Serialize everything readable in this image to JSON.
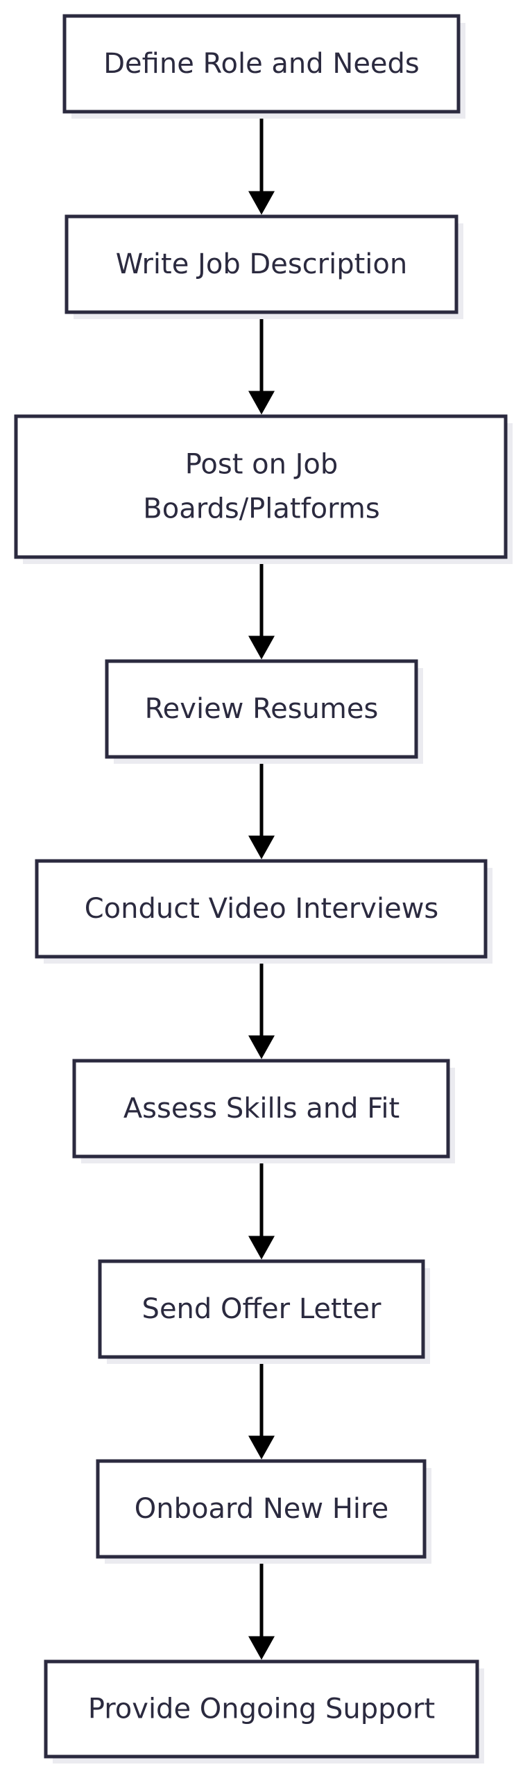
{
  "diagram": {
    "type": "flowchart",
    "direction": "top-to-bottom",
    "colors": {
      "node_fill": "#ffffff",
      "node_border": "#2b2a3f",
      "node_shadow": "#ebebf0",
      "node_text": "#2b2a3f",
      "edge": "#000000"
    },
    "nodes": [
      {
        "id": "define-role",
        "lines": [
          "Define Role and Needs"
        ]
      },
      {
        "id": "write-job-description",
        "lines": [
          "Write Job Description"
        ]
      },
      {
        "id": "post-on-job-boards",
        "lines": [
          "Post on Job",
          "Boards/Platforms"
        ]
      },
      {
        "id": "review-resumes",
        "lines": [
          "Review Resumes"
        ]
      },
      {
        "id": "conduct-video-interviews",
        "lines": [
          "Conduct Video Interviews"
        ]
      },
      {
        "id": "assess-skills",
        "lines": [
          "Assess Skills and Fit"
        ]
      },
      {
        "id": "send-offer-letter",
        "lines": [
          "Send Offer Letter"
        ]
      },
      {
        "id": "onboard-new-hire",
        "lines": [
          "Onboard New Hire"
        ]
      },
      {
        "id": "provide-ongoing-support",
        "lines": [
          "Provide Ongoing Support"
        ]
      }
    ],
    "edges": [
      {
        "from": "define-role",
        "to": "write-job-description"
      },
      {
        "from": "write-job-description",
        "to": "post-on-job-boards"
      },
      {
        "from": "post-on-job-boards",
        "to": "review-resumes"
      },
      {
        "from": "review-resumes",
        "to": "conduct-video-interviews"
      },
      {
        "from": "conduct-video-interviews",
        "to": "assess-skills"
      },
      {
        "from": "assess-skills",
        "to": "send-offer-letter"
      },
      {
        "from": "send-offer-letter",
        "to": "onboard-new-hire"
      },
      {
        "from": "onboard-new-hire",
        "to": "provide-ongoing-support"
      }
    ]
  }
}
